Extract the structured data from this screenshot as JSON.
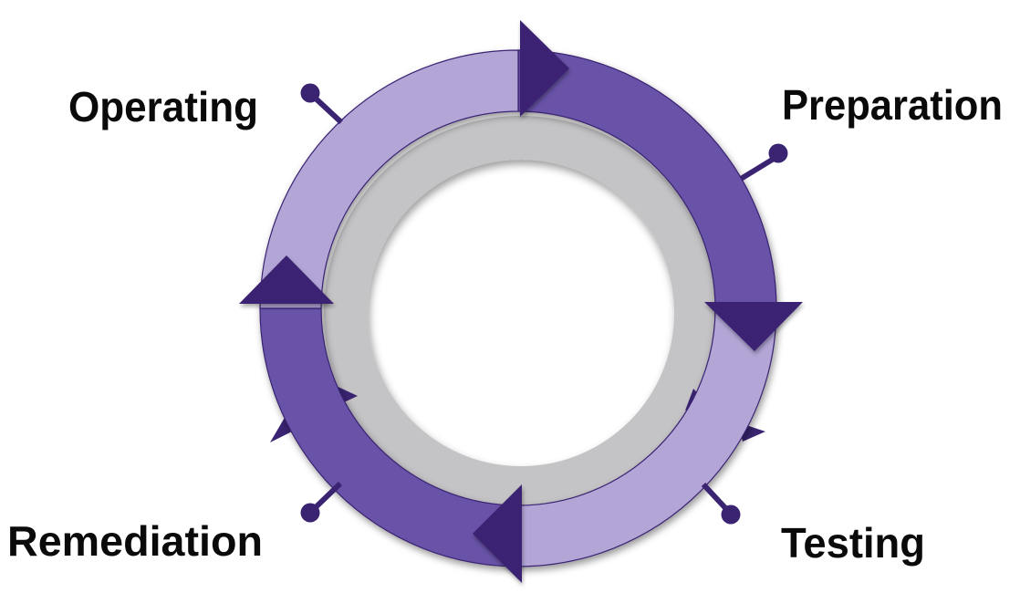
{
  "colors": {
    "bg": "#ffffff",
    "light": "#b3a6d7",
    "medium": "#6952a8",
    "dark": "#3a2472",
    "gray": "#c4c3c5",
    "text": "#0a0a0a"
  },
  "diagram": {
    "type": "cycle",
    "direction": "clockwise",
    "steps": [
      {
        "label": "Preparation",
        "position": "top-right",
        "segment_color_key": "medium"
      },
      {
        "label": "Testing",
        "position": "bottom-right",
        "segment_color_key": "light"
      },
      {
        "label": "Remediation",
        "position": "bottom-left",
        "segment_color_key": "medium"
      },
      {
        "label": "Operating",
        "position": "top-left",
        "segment_color_key": "light"
      }
    ],
    "icons": [
      {
        "name": "clockwise-arrowhead-top"
      },
      {
        "name": "clockwise-arrowhead-right"
      },
      {
        "name": "clockwise-arrowhead-bottom"
      },
      {
        "name": "clockwise-arrowhead-left"
      },
      {
        "name": "small-arrow-tip-bottom-right"
      },
      {
        "name": "small-arrow-tip-bottom-left"
      }
    ]
  }
}
